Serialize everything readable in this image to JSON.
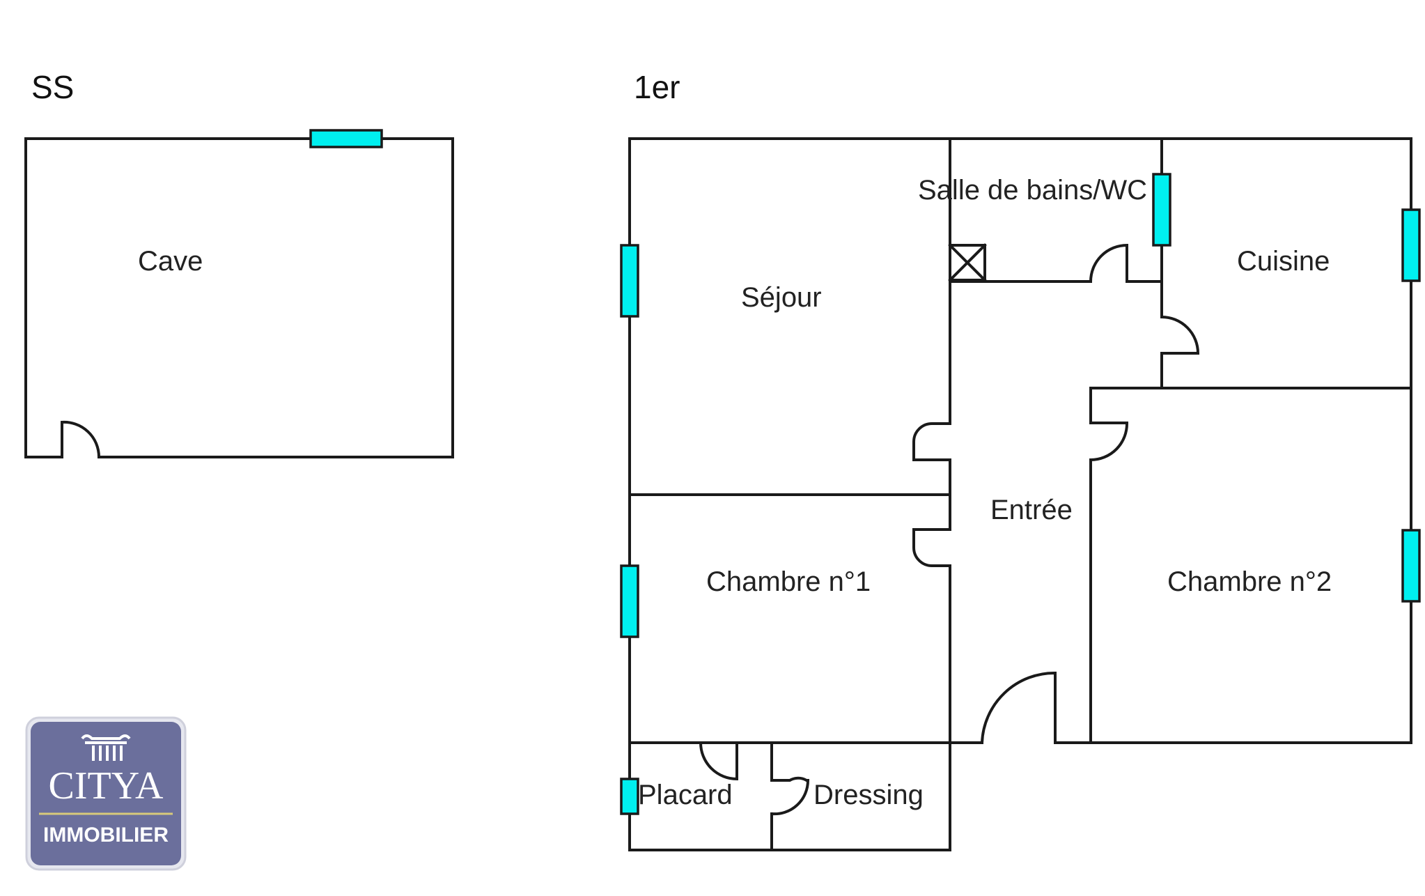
{
  "levels": {
    "basement": "SS",
    "first": "1er"
  },
  "rooms": {
    "cave": "Cave",
    "sejour": "Séjour",
    "salle_de_bains": "Salle de bains/WC",
    "cuisine": "Cuisine",
    "entree": "Entrée",
    "chambre_1": "Chambre n°1",
    "chambre_2": "Chambre n°2",
    "placard": "Placard",
    "dressing": "Dressing"
  },
  "legend_colors": {
    "window": "#00f0f0",
    "walls": "#1a1a1a",
    "logo_background": "#6b6f9c"
  },
  "logo": {
    "brand": "CITYA",
    "subtitle": "IMMOBILIER",
    "icon": "column-capital-icon"
  }
}
